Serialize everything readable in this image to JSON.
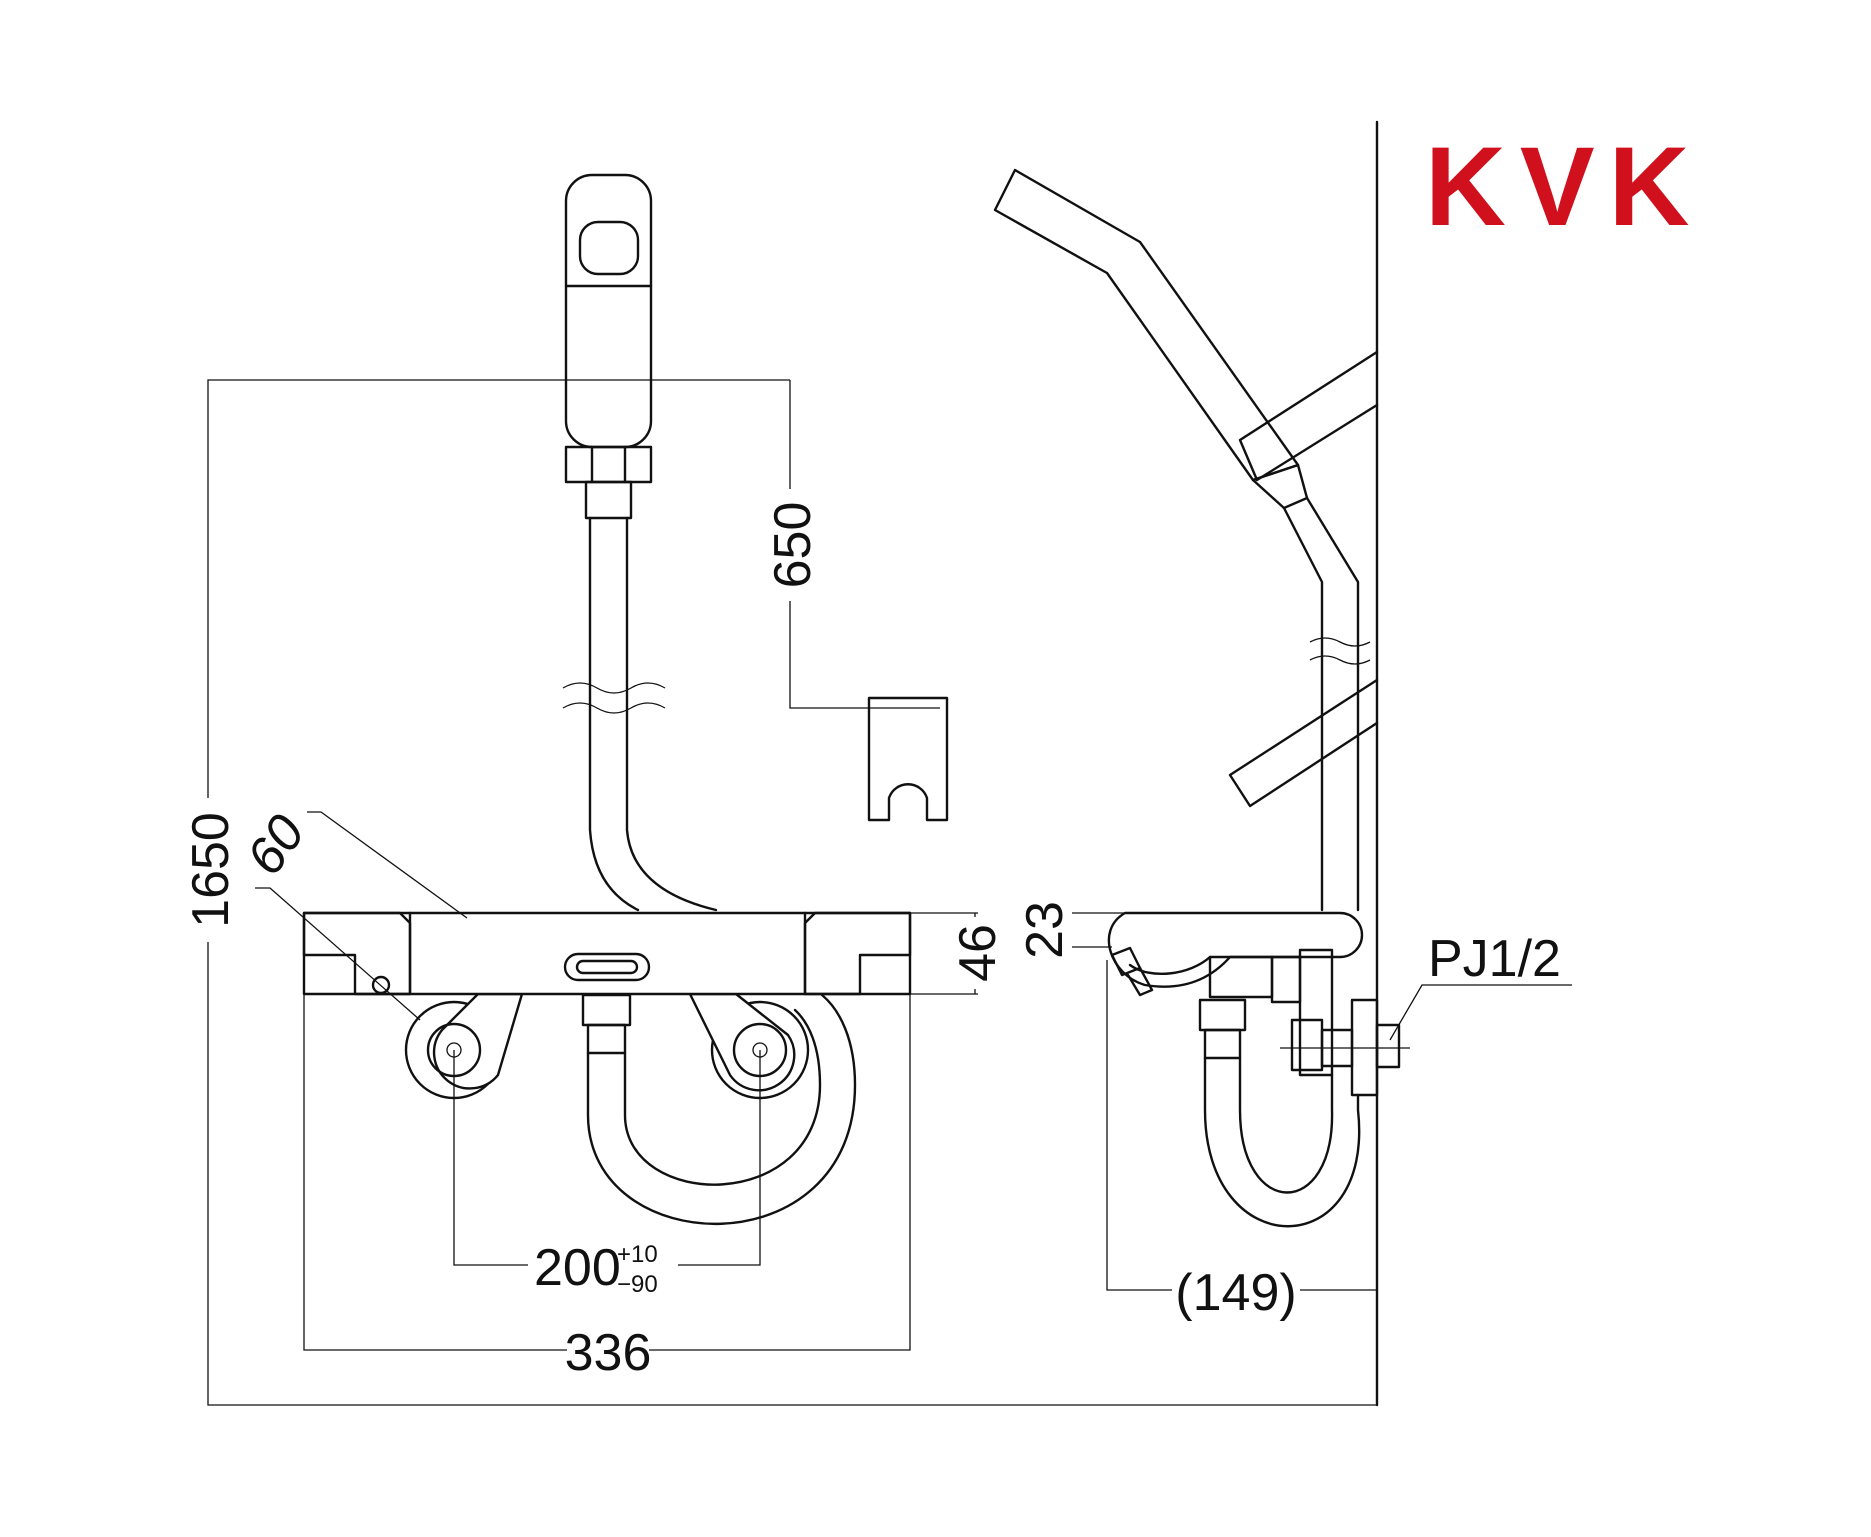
{
  "brand": {
    "logo_text": "KVK",
    "logo_color": "#d0101c"
  },
  "dimensions": {
    "overall_height": "1650",
    "shower_to_holder": "650",
    "angle": "60",
    "body_height": "46",
    "side_body_height": "23",
    "center_distance": "200",
    "center_tol_plus": "+10",
    "center_tol_minus": "−90",
    "overall_width": "336",
    "depth": "(149)",
    "pipe_thread": "PJ1/2"
  }
}
